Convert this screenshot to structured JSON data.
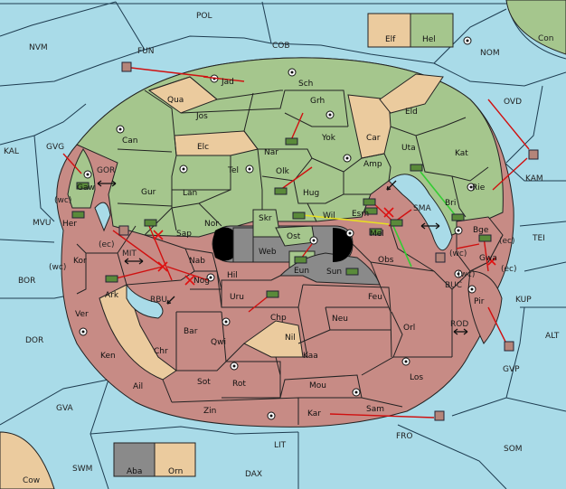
{
  "colors": {
    "sea": "#a9dbe8",
    "green": "#a5c68d",
    "tan": "#ebcb9e",
    "red": "#c78b85",
    "gray": "#8a8a8a",
    "order_red": "#d01010",
    "order_yellow": "#e8e020",
    "order_green": "#33cc33"
  },
  "legend_top": {
    "left": "Elf",
    "right": "Hel"
  },
  "legend_bottom": {
    "left": "Aba",
    "right": "Orn"
  },
  "sea_labels": {
    "pol": "POL",
    "cob": "COB",
    "nvm": "NVM",
    "fun": "FUN",
    "nom": "NOM",
    "con": "Con",
    "ovd": "OVD",
    "kal": "KAL",
    "gvg": "GVG",
    "gor": "GOR",
    "mvu": "MVU",
    "mit": "MIT",
    "bor": "BOR",
    "rbu": "RBU",
    "dor": "DOR",
    "gva": "GVA",
    "swm": "SWM",
    "cow": "Cow",
    "lit": "LIT",
    "dax": "DAX",
    "fro": "FRO",
    "som": "SOM",
    "alt": "ALT",
    "kup": "KUP",
    "tei": "TEI",
    "buc": "BUC",
    "rod": "ROD",
    "sma": "SMA",
    "kam": "KAM",
    "gvp": "GVP",
    "wc1": "(wc)",
    "wc2": "(wc)",
    "wc3": "(wc)",
    "wc4": "(wc)",
    "ec1": "(ec)",
    "ec2": "(ec)",
    "ec3": "(ec)"
  },
  "land_labels": {
    "jad": "Jad",
    "sch": "Sch",
    "qua": "Qua",
    "jos": "Jos",
    "grh": "Grh",
    "eld": "Eld",
    "can": "Can",
    "nar": "Nar",
    "yok": "Yok",
    "car": "Car",
    "elc": "Elc",
    "uta": "Uta",
    "kat": "Kat",
    "tel": "Tel",
    "olk": "Olk",
    "amp": "Amp",
    "gur": "Gur",
    "lan": "Lan",
    "hug": "Hug",
    "rie": "Rie",
    "gaw": "Gaw",
    "nor": "Nor",
    "bri": "Bri",
    "wil": "Wil",
    "esm": "Esm",
    "skr": "Skr",
    "ost": "Ost",
    "her": "Her",
    "sap": "Sap",
    "web": "Web",
    "mel": "Mel",
    "bge": "Bge",
    "kor": "Kor",
    "nab": "Nab",
    "eun": "Eun",
    "sun": "Sun",
    "obs": "Obs",
    "gwa": "Gwa",
    "hil": "Hil",
    "nog": "Nog",
    "ark": "Ark",
    "uru": "Uru",
    "feu": "Feu",
    "pir": "Pir",
    "chp": "Chp",
    "ver": "Ver",
    "neu": "Neu",
    "bar": "Bar",
    "qwi": "Qwi",
    "orl": "Orl",
    "nil": "Nil",
    "chr": "Chr",
    "ken": "Ken",
    "kaa": "Kaa",
    "los": "Los",
    "sot": "Sot",
    "rot": "Rot",
    "ail": "Ail",
    "mou": "Mou",
    "zin": "Zin",
    "kar": "Kar",
    "sam": "Sam"
  }
}
